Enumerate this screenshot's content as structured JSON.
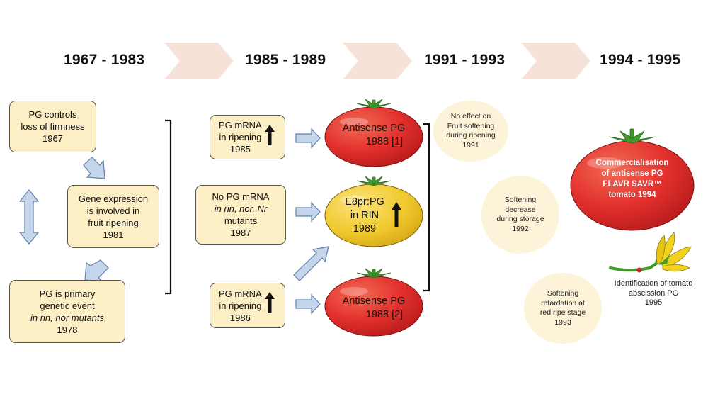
{
  "periods": [
    "1967 - 1983",
    "1985 - 1989",
    "1991 - 1993",
    "1994 - 1995"
  ],
  "left_boxes": [
    {
      "lines": [
        "PG controls",
        "loss of firmness",
        "1967"
      ]
    },
    {
      "lines": [
        "Gene expression",
        "is involved in",
        "fruit ripening",
        "1981"
      ]
    },
    {
      "lines": [
        "PG is primary",
        "genetic event",
        "in rin, nor mutants",
        "1978"
      ]
    }
  ],
  "mid_boxes": [
    {
      "lines": [
        "PG mRNA",
        "in ripening",
        "1985"
      ]
    },
    {
      "lines": [
        "No PG mRNA",
        "in rin, nor, Nr",
        "mutants",
        "1987"
      ]
    },
    {
      "lines": [
        "PG mRNA",
        "in ripening",
        "1986"
      ]
    }
  ],
  "tomatoes": [
    {
      "lines": [
        "Antisense PG",
        "1988 [1]"
      ],
      "color": "#e2302c"
    },
    {
      "lines": [
        "E8pr:PG",
        "in RIN",
        "1989"
      ],
      "color": "#f0c92e"
    },
    {
      "lines": [
        "Antisense PG",
        "1988 [2]"
      ],
      "color": "#e2302c"
    }
  ],
  "results": [
    {
      "lines": [
        "No effect on",
        "Fruit softening",
        "during ripening",
        "1991"
      ]
    },
    {
      "lines": [
        "Softening",
        "decrease",
        "during storage",
        "1992"
      ]
    },
    {
      "lines": [
        "Softening",
        "retardation at",
        "red ripe stage",
        "1993"
      ]
    }
  ],
  "final_tomato": {
    "lines": [
      "Commercialisation",
      "of antisense PG",
      "FLAVR SAVR™",
      "tomato 1994"
    ],
    "color": "#e2302c"
  },
  "flower_caption": {
    "lines": [
      "Identification of tomato",
      "abscission PG",
      "1995"
    ]
  },
  "colors": {
    "box_fill": "#fcefc6",
    "circle_fill": "#fcf3d8",
    "arrow_fill": "#c5d6ec",
    "arrow_stroke": "#5f7fa8",
    "chevron": "#f6e2d8",
    "tomato_red": "#e2302c",
    "tomato_yellow": "#f0c92e",
    "leaf_green": "#3f9a2a"
  }
}
